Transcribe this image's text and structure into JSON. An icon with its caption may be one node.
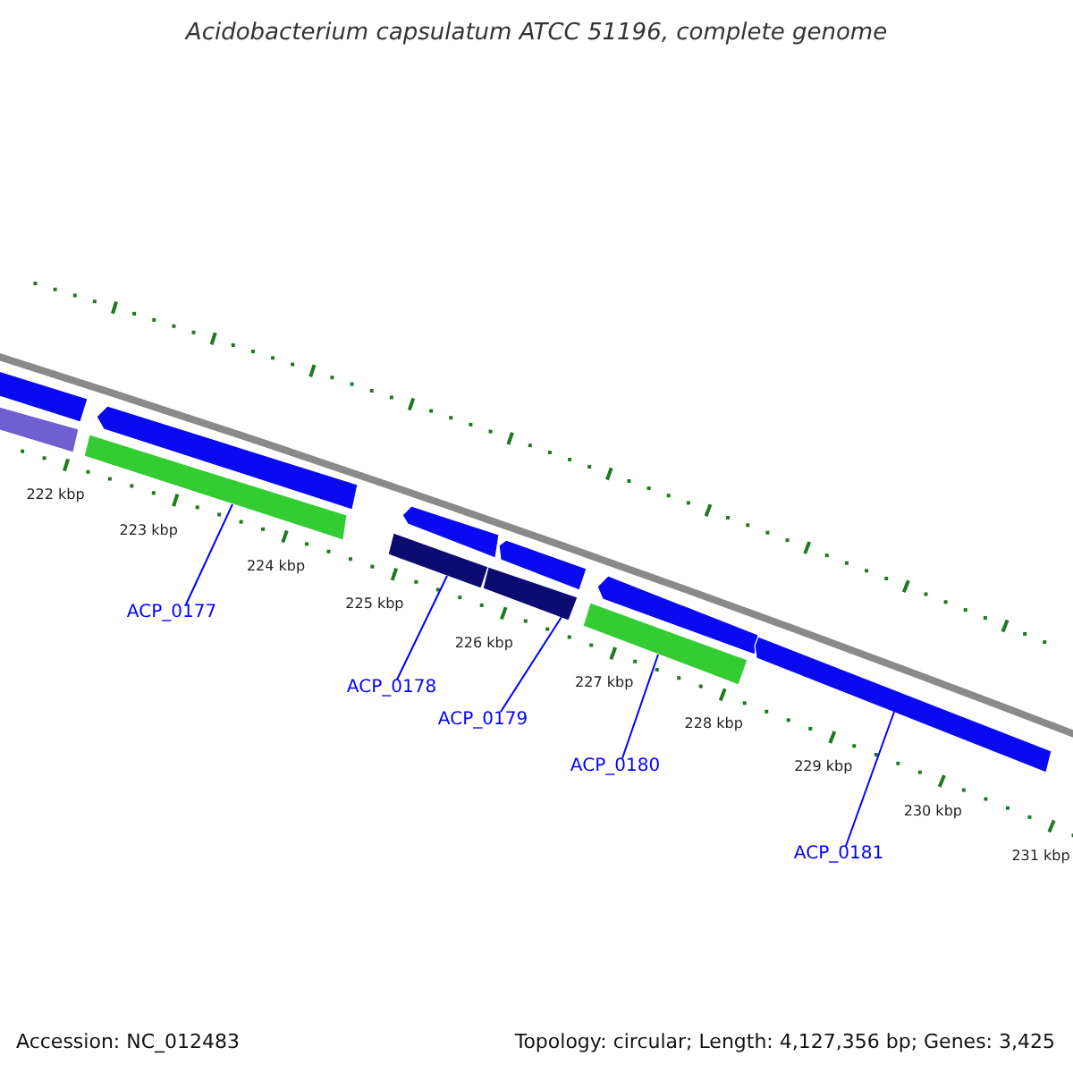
{
  "diagram": {
    "title": "Acidobacterium capsulatum ATCC 51196, complete genome",
    "nodes": [
      {
        "text": [],
        "shape": "bar"
      },
      {
        "text": [],
        "shape": "bar"
      },
      {
        "text": [],
        "shape": "bar"
      },
      {
        "text": [],
        "shape": "bar"
      },
      {
        "text": [],
        "shape": "bar"
      },
      {
        "text": [],
        "shape": "bar"
      },
      {
        "text": [],
        "shape": "bar"
      },
      {
        "text": [],
        "shape": "bar"
      },
      {
        "text": [],
        "shape": "bar"
      },
      {
        "text": [],
        "shape": "bar"
      },
      {
        "text": [],
        "shape": "bar"
      },
      {
        "text": [
          "ACP_0177"
        ]
      },
      {
        "text": [
          "ACP_0178"
        ]
      },
      {
        "text": [
          "ACP_0179"
        ]
      },
      {
        "text": [
          "ACP_0180"
        ]
      },
      {
        "text": [
          "ACP_0181"
        ]
      }
    ],
    "edges": [
      {
        "from": 11,
        "to": 3,
        "arrow": "none"
      },
      {
        "from": 12,
        "to": 5,
        "arrow": "none"
      },
      {
        "from": 13,
        "to": 7,
        "arrow": "none"
      },
      {
        "from": 14,
        "to": 9,
        "arrow": "none"
      },
      {
        "from": 15,
        "to": 10,
        "arrow": "none"
      }
    ],
    "labels": [
      "222 kbp",
      "223 kbp",
      "224 kbp",
      "225 kbp",
      "226 kbp",
      "227 kbp",
      "228 kbp",
      "229 kbp",
      "230 kbp",
      "231 kbp",
      "Accession: NC_012483",
      "Topology: circular; Length: 4,127,356 bp; Genes: 3,425"
    ]
  }
}
